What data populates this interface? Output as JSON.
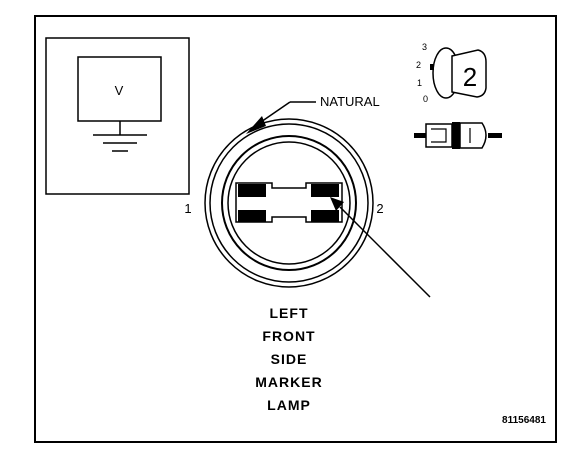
{
  "meter": {
    "symbol": "V"
  },
  "connector": {
    "color_label": "NATURAL",
    "pin_left": "1",
    "pin_right": "2"
  },
  "key_icon": {
    "positions": [
      "3",
      "2",
      "1",
      "0"
    ],
    "key_number": "2"
  },
  "caption": {
    "lines": [
      "LEFT",
      "FRONT",
      "SIDE",
      "MARKER",
      "LAMP"
    ]
  },
  "figure_id": "81156481",
  "colors": {
    "ink": "#000000",
    "background": "#ffffff"
  }
}
